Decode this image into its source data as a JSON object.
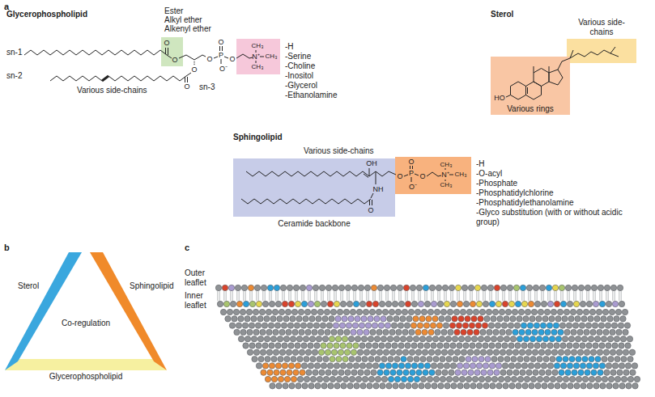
{
  "diagram": {
    "nodes": [
      {
        "text": [
          "Various side-chains"
        ]
      },
      {
        "text": [
          "Various rings"
        ]
      },
      {
        "text": [
          "Ceramide backbone"
        ]
      },
      {
        "text": [
          "Co-regulation"
        ]
      }
    ],
    "labels": [
      "a",
      "Glycerophospholipid",
      "Ester",
      "Alkyl ether",
      "Alkenyl ether",
      "sn-1",
      "sn-2",
      "Various side-chains",
      "sn-3",
      "O",
      "O",
      "O",
      "O",
      "O",
      "P",
      "O",
      "O⁻",
      "O",
      "CH₃",
      "N⁺",
      "CH₃",
      "CH₃",
      "-H",
      "-Serine",
      "-Choline",
      "-Inositol",
      "-Glycerol",
      "-Ethanolamine",
      "Sterol",
      "HO",
      "Sphingolipid",
      "Various side-chains",
      "OH",
      "NH",
      "O",
      "O",
      "P",
      "O",
      "O⁻",
      "O",
      "CH₃",
      "N⁺",
      "CH₃",
      "CH₃",
      "-H",
      "-O-acyl",
      "-Phosphate",
      "-Phosphatidylchlorine",
      "-Phosphatidylethanolamine",
      "-Glyco substitution (with or without acidic group)",
      "b",
      "Sterol",
      "Sphingolipid",
      "Glycerophospholipid",
      "c",
      "Outer leaflet",
      "Inner leaflet"
    ]
  }
}
